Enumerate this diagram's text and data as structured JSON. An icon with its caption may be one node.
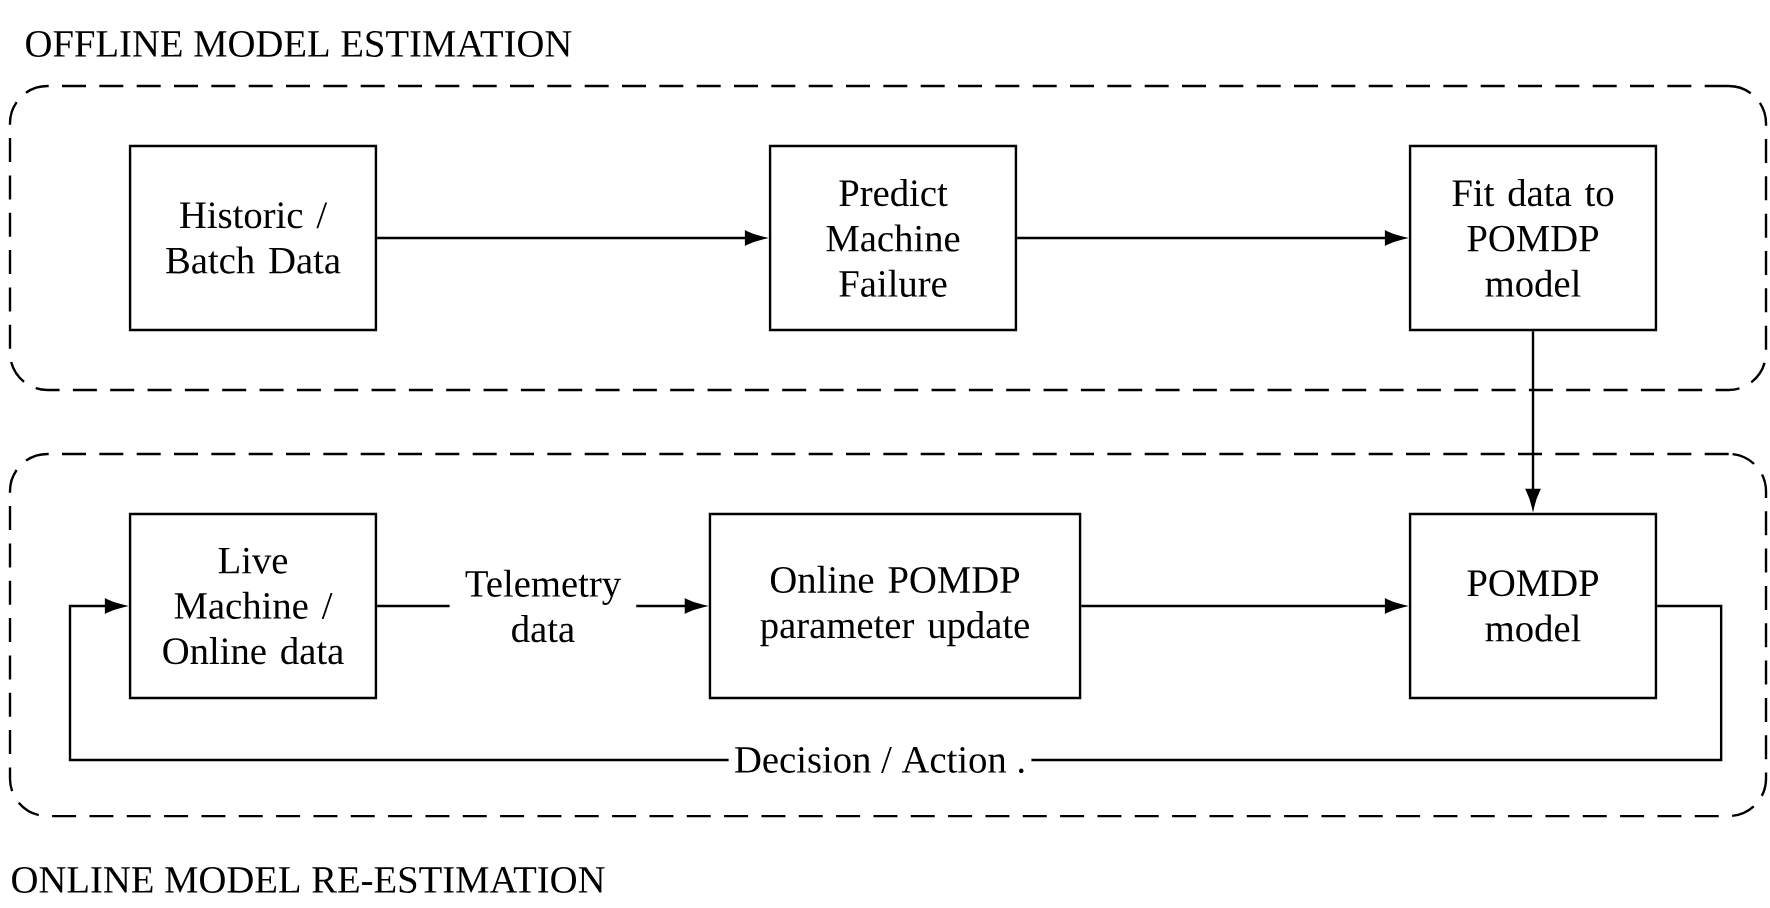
{
  "diagram": {
    "nodes": [
      {
        "text": [
          "OFFLINE MODEL ESTIMATION"
        ]
      },
      {
        "text": [
          "Historic / Batch Data"
        ],
        "in": 0
      },
      {
        "text": [
          "Predict Machine Failure"
        ],
        "in": 0
      },
      {
        "text": [
          "Fit data to POMDP model"
        ],
        "in": 0
      },
      {
        "text": [
          "ONLINE MODEL RE-ESTIMATION"
        ]
      },
      {
        "text": [
          "Live Machine / Online data"
        ],
        "in": 4
      },
      {
        "text": [
          "Online POMDP parameter update"
        ],
        "in": 4
      },
      {
        "text": [
          "POMDP model"
        ],
        "in": 4
      }
    ],
    "edges": [
      {
        "from": 1,
        "to": 2,
        "arrow": "to"
      },
      {
        "from": 2,
        "to": 3,
        "arrow": "to"
      },
      {
        "from": 3,
        "to": 7,
        "arrow": "to"
      },
      {
        "from": 5,
        "to": 6,
        "arrow": "to",
        "label": "Telemetry data"
      },
      {
        "from": 6,
        "to": 7,
        "arrow": "to"
      },
      {
        "from": 7,
        "to": 5,
        "arrow": "to",
        "label": "Decision / Action ."
      }
    ]
  }
}
